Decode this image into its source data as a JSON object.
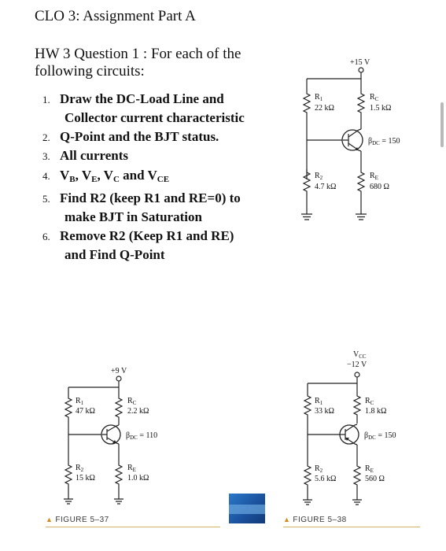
{
  "heading": "CLO 3: Assignment Part A",
  "question": "HW 3 Question 1 : For each of the following circuits:",
  "tasks": [
    {
      "num": "1.",
      "text": "Draw the DC-Load Line and"
    },
    {
      "num": "",
      "text": "Collector current characteristic"
    },
    {
      "num": "2.",
      "text": "Q-Point and the BJT status."
    },
    {
      "num": "3.",
      "text": "All currents"
    },
    {
      "num": "4.",
      "text": "V"
    },
    {
      "num": "5.",
      "text": "Find R2 (keep R1 and RE=0) to"
    },
    {
      "num": "",
      "text": "make BJT in Saturation"
    },
    {
      "num": "6.",
      "text": "Remove R2 (Keep R1 and RE)"
    },
    {
      "num": "",
      "text": "and Find Q-Point"
    }
  ],
  "task4": {
    "v1": "V",
    "s1": "B",
    "sep1": ", V",
    "s2": "E",
    "sep2": ", V",
    "s3": "C",
    "and": " and V",
    "s4": "CE"
  },
  "circuits": {
    "top": {
      "supply": "+15 V",
      "r1_name": "R",
      "r1_sub": "1",
      "r1_val": "22 kΩ",
      "rc_name": "R",
      "rc_sub": "C",
      "rc_val": "1.5 kΩ",
      "r2_name": "R",
      "r2_sub": "2",
      "r2_val": "4.7 kΩ",
      "re_name": "R",
      "re_sub": "E",
      "re_val": "680 Ω",
      "beta": "β",
      "beta_sub": "DC",
      "beta_val": " = 150"
    },
    "fig37": {
      "supply": "+9 V",
      "r1_name": "R",
      "r1_sub": "1",
      "r1_val": "47 kΩ",
      "rc_name": "R",
      "rc_sub": "C",
      "rc_val": "2.2 kΩ",
      "r2_name": "R",
      "r2_sub": "2",
      "r2_val": "15 kΩ",
      "re_name": "R",
      "re_sub": "E",
      "re_val": "1.0 kΩ",
      "beta": "β",
      "beta_sub": "DC",
      "beta_val": " = 110",
      "caption": "FIGURE 5–37"
    },
    "fig38": {
      "supply_name": "V",
      "supply_sub": "CC",
      "supply_val": "−12 V",
      "r1_name": "R",
      "r1_sub": "1",
      "r1_val": "33 kΩ",
      "rc_name": "R",
      "rc_sub": "C",
      "rc_val": "1.8 kΩ",
      "r2_name": "R",
      "r2_sub": "2",
      "r2_val": "5.6 kΩ",
      "re_name": "R",
      "re_sub": "E",
      "re_val": "560 Ω",
      "beta": "β",
      "beta_sub": "DC",
      "beta_val": " = 150",
      "caption": "FIGURE 5–38"
    }
  },
  "icons": {
    "caption_marker": "triangle-icon"
  },
  "colors": {
    "caption_line": "#d7b36a",
    "caption_marker": "#d98a1c",
    "logo": "#1a4f9b"
  }
}
